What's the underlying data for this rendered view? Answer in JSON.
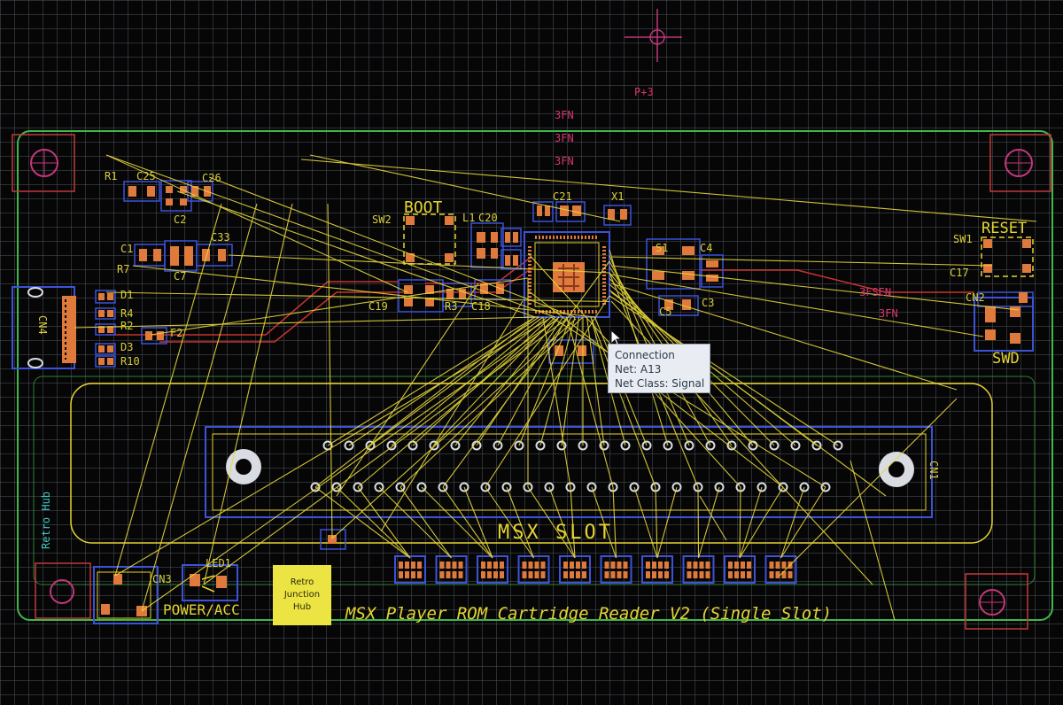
{
  "board": {
    "title": "MSX Player ROM Cartridge Reader V2 (Single Slot)",
    "slot_label": "MSX SLOT",
    "side_label": "Retro Hub",
    "logo_text": [
      "Retro",
      "Junction",
      "Hub"
    ]
  },
  "labels": {
    "boot": "BOOT",
    "reset": "RESET",
    "swd": "SWD",
    "power": "POWER/ACC",
    "sw2": "SW2",
    "sw1": "SW1",
    "cn1": "CN1",
    "cn2": "CN2",
    "cn3": "CN3",
    "cn4": "CN4"
  },
  "refs": {
    "r1": "R1",
    "c25": "C25",
    "c26": "C26",
    "c1": "C1",
    "c2": "C2",
    "c7": "C7",
    "c33": "C33",
    "r7": "R7",
    "c20": "C20",
    "c19": "C19",
    "r3": "R3",
    "c18": "C18",
    "c21": "C21",
    "d1": "D1",
    "r4": "R4",
    "r2": "R2",
    "d3": "D3",
    "r10": "R10",
    "f2": "F2",
    "c4": "C4",
    "c3": "C3",
    "c5": "C5",
    "c17": "C17",
    "led1": "LED1",
    "x1": "X1",
    "l1": "L1",
    "s1": "S1"
  },
  "nets": {
    "top1": "3FN",
    "top2": "3FN",
    "top3": "3FN",
    "top_p": "P+3",
    "right1": "3FSEN",
    "right2": "3FN"
  },
  "tooltip": {
    "title": "Connection",
    "net": "Net: A13",
    "net_class": "Net Class: Signal"
  },
  "colors": {
    "background": "#060607",
    "grid": "#8d95a3",
    "ratsnest": "#e8d83a",
    "silkscreen": "#e6d432",
    "pad": "#e07a3c",
    "courtyard": "#3c52d8",
    "outline": "#3fb74b",
    "copper": "#c8322f",
    "net_label": "#d8366e",
    "tooltip_bg": "#e9edf3"
  }
}
